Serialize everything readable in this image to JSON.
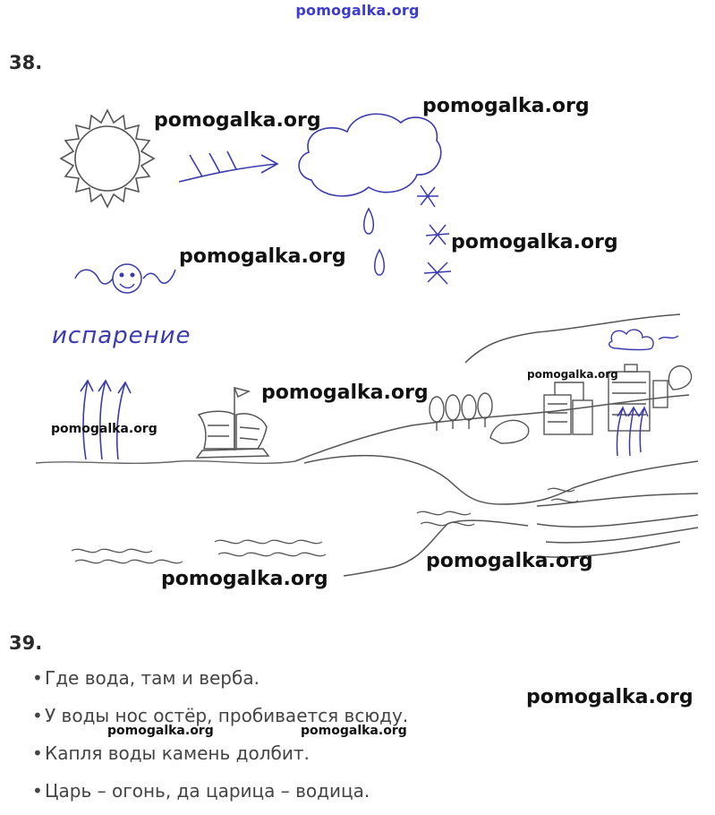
{
  "header": {
    "site": "pomogalka.org"
  },
  "task38": {
    "number": "38.",
    "caption_evaporation": "испарение",
    "watermarks": [
      "pomogalka.org",
      "pomogalka.org",
      "pomogalka.org",
      "pomogalka.org",
      "pomogalka.org",
      "pomogalka.org",
      "pomogalka.org",
      "pomogalka.org",
      "pomogalka.org"
    ]
  },
  "task39": {
    "number": "39.",
    "bullet": "•",
    "proverbs": [
      "Где вода, там и верба.",
      "У воды нос остёр, пробивается всюду.",
      "Капля воды камень долбит.",
      "Царь – огонь, да царица – водица."
    ],
    "watermarks": [
      "pomogalka.org",
      "pomogalka.org",
      "pomogalka.org"
    ]
  },
  "colors": {
    "ink": "#3a3ab0",
    "pencil": "#555555",
    "header": "#3b3bd0"
  }
}
